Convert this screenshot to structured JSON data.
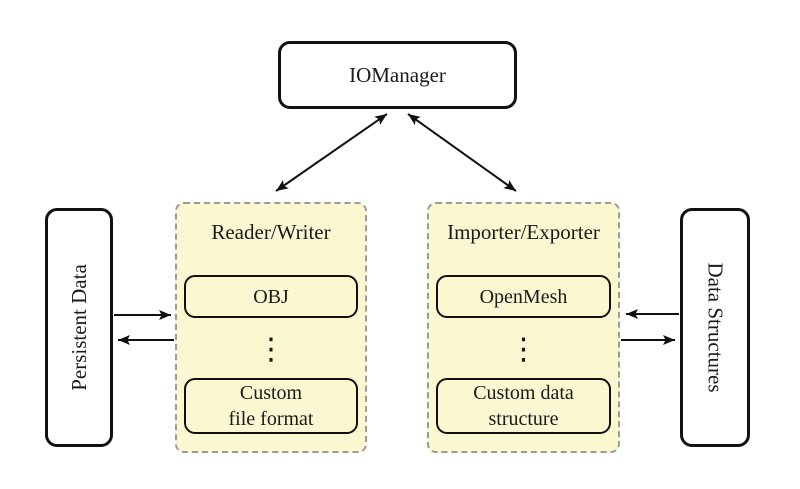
{
  "colors": {
    "group-fill": "#FBF7D0",
    "group-border": "#9B9B9B",
    "node-border": "#111111",
    "page-bg": "#FFFFFF",
    "arrow": "#111111"
  },
  "nodes": {
    "io_manager": {
      "label": "IOManager"
    },
    "persistent_data": {
      "label": "Persistent Data"
    },
    "data_structures": {
      "label": "Data Structures"
    },
    "reader_writer": {
      "title": "Reader/Writer",
      "top_item": "OBJ",
      "ellipsis": "⋮",
      "bottom_item": "Custom\nfile format"
    },
    "importer_exporter": {
      "title": "Importer/Exporter",
      "top_item": "OpenMesh",
      "ellipsis": "⋮",
      "bottom_item": "Custom data\nstructure"
    }
  },
  "arrows": [
    {
      "from": "io_manager",
      "to": "reader_writer",
      "style": "double-headed"
    },
    {
      "from": "io_manager",
      "to": "importer_exporter",
      "style": "double-headed"
    },
    {
      "from": "persistent_data",
      "to": "reader_writer",
      "style": "single"
    },
    {
      "from": "reader_writer",
      "to": "persistent_data",
      "style": "single"
    },
    {
      "from": "data_structures",
      "to": "importer_exporter",
      "style": "single"
    },
    {
      "from": "importer_exporter",
      "to": "data_structures",
      "style": "single"
    }
  ]
}
